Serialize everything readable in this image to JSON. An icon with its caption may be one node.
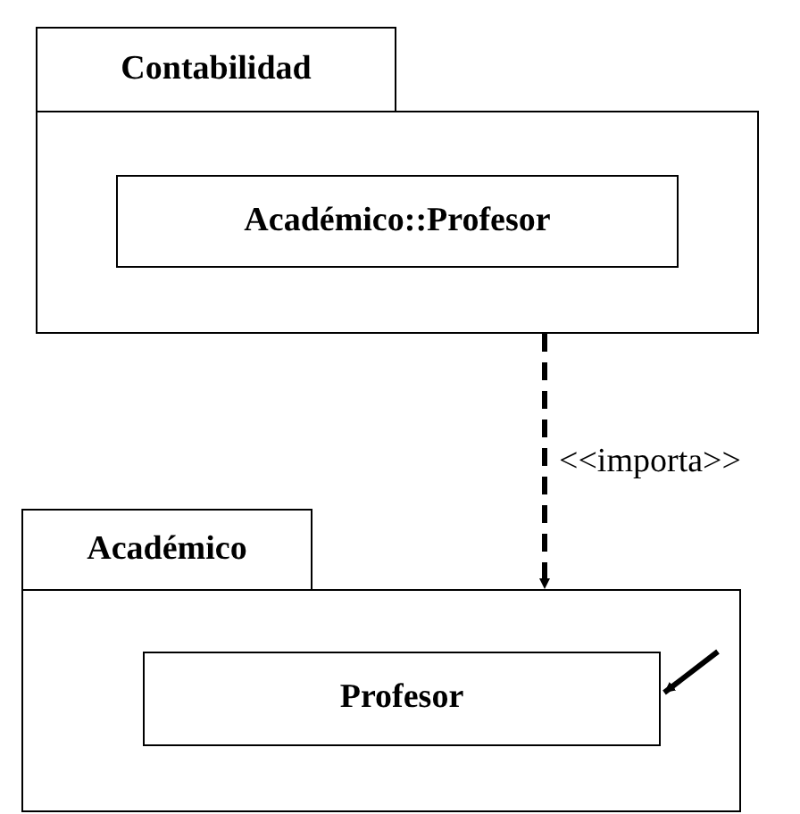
{
  "diagram": {
    "nodes": [
      {
        "text": [
          "Contabilidad"
        ]
      },
      {
        "text": [
          "Académico::Profesor"
        ],
        "in": 0
      },
      {
        "text": [
          "Académico"
        ]
      },
      {
        "text": [
          "Profesor"
        ],
        "in": 2
      }
    ],
    "edges": [
      {
        "from": 0,
        "to": 2,
        "arrow": "to",
        "style": "dashed",
        "label": "<<importa>>"
      },
      {
        "from": null,
        "to": 3,
        "arrow": "to"
      }
    ]
  }
}
